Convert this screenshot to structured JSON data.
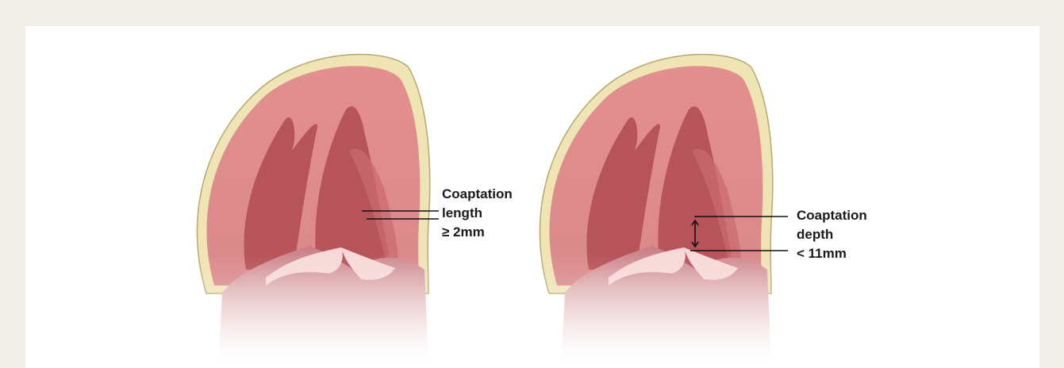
{
  "figure": {
    "left_panel": {
      "label_lines": [
        "Coaptation",
        "length",
        "≥ 2mm"
      ]
    },
    "right_panel": {
      "label_lines": [
        "Coaptation",
        "depth",
        "< 11mm"
      ]
    }
  },
  "colors": {
    "background": "#f1efe7",
    "panel": "#ffffff",
    "epicardium": "#efe4b4",
    "myocardium": "#e99a99",
    "chamber_outline": "#5a5a5a",
    "papillary_muscle": "#b75459",
    "leaflet": "#f7d9d9",
    "label_text": "#1a1a1a"
  }
}
